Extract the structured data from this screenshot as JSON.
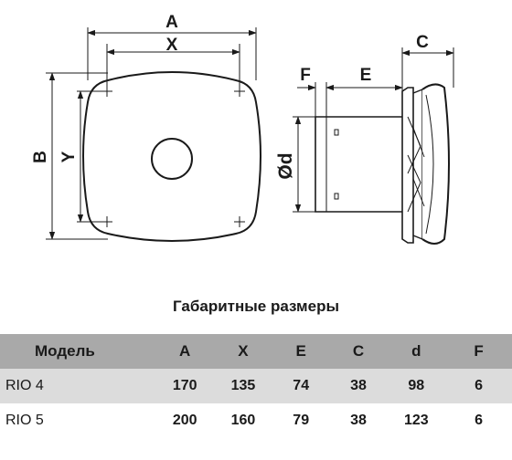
{
  "diagram": {
    "labels": {
      "A": "A",
      "X": "X",
      "B": "B",
      "Y": "Y",
      "C": "C",
      "E": "E",
      "F": "F",
      "d": "Ød"
    }
  },
  "table": {
    "title": "Габаритные размеры",
    "headers": [
      "Модель",
      "A",
      "X",
      "E",
      "C",
      "d",
      "F"
    ],
    "rows": [
      [
        "RIO 4",
        "170",
        "135",
        "74",
        "38",
        "98",
        "6"
      ],
      [
        "RIO 5",
        "200",
        "160",
        "79",
        "38",
        "123",
        "6"
      ]
    ]
  }
}
